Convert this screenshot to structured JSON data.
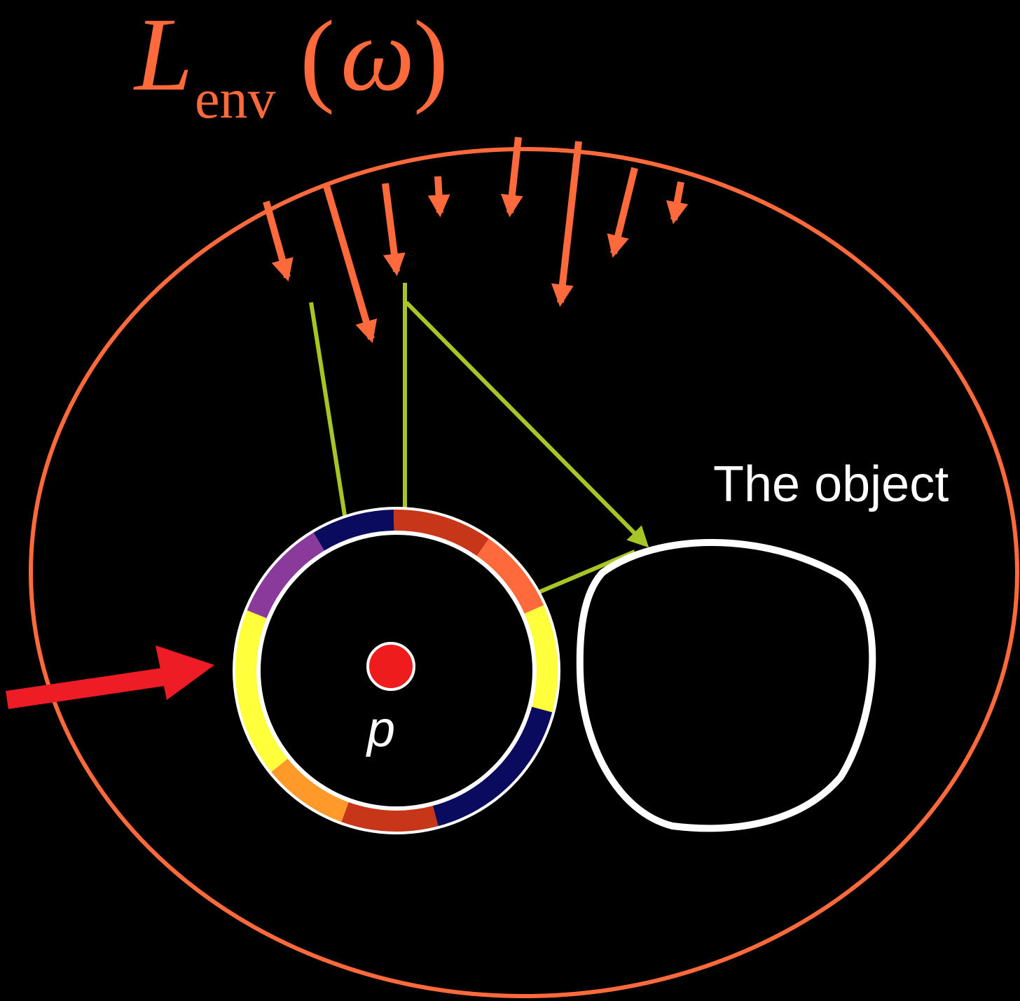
{
  "title": {
    "main": "L",
    "subscript": "env",
    "open_paren": "(",
    "argument": "ω",
    "close_paren": ")"
  },
  "object_label": "The object",
  "point_label": "p",
  "colors": {
    "background": "#000000",
    "environment": "#FF6A3D",
    "green_rays": "#A8C526",
    "outline": "#FFFFFF",
    "point": "#EE1C1C",
    "red_arrow": "#EE1C25"
  },
  "sphere_segments": [
    {
      "from": 181,
      "to": 202,
      "color": "#FFFF3C"
    },
    {
      "from": 202,
      "to": 239,
      "color": "#8A3A9A"
    },
    {
      "from": 239,
      "to": 269,
      "color": "#0A0A5E"
    },
    {
      "from": 269,
      "to": 305,
      "color": "#C8361A"
    },
    {
      "from": 305,
      "to": 336,
      "color": "#FF6A3D"
    },
    {
      "from": 336,
      "to": 375,
      "color": "#FFFF3C"
    },
    {
      "from": 375,
      "to": 435,
      "color": "#0A0A5E"
    },
    {
      "from": 435,
      "to": 470,
      "color": "#C8361A"
    },
    {
      "from": 470,
      "to": 501,
      "color": "#FF9A2A"
    },
    {
      "from": 501,
      "to": 541,
      "color": "#FFFF3C"
    }
  ]
}
